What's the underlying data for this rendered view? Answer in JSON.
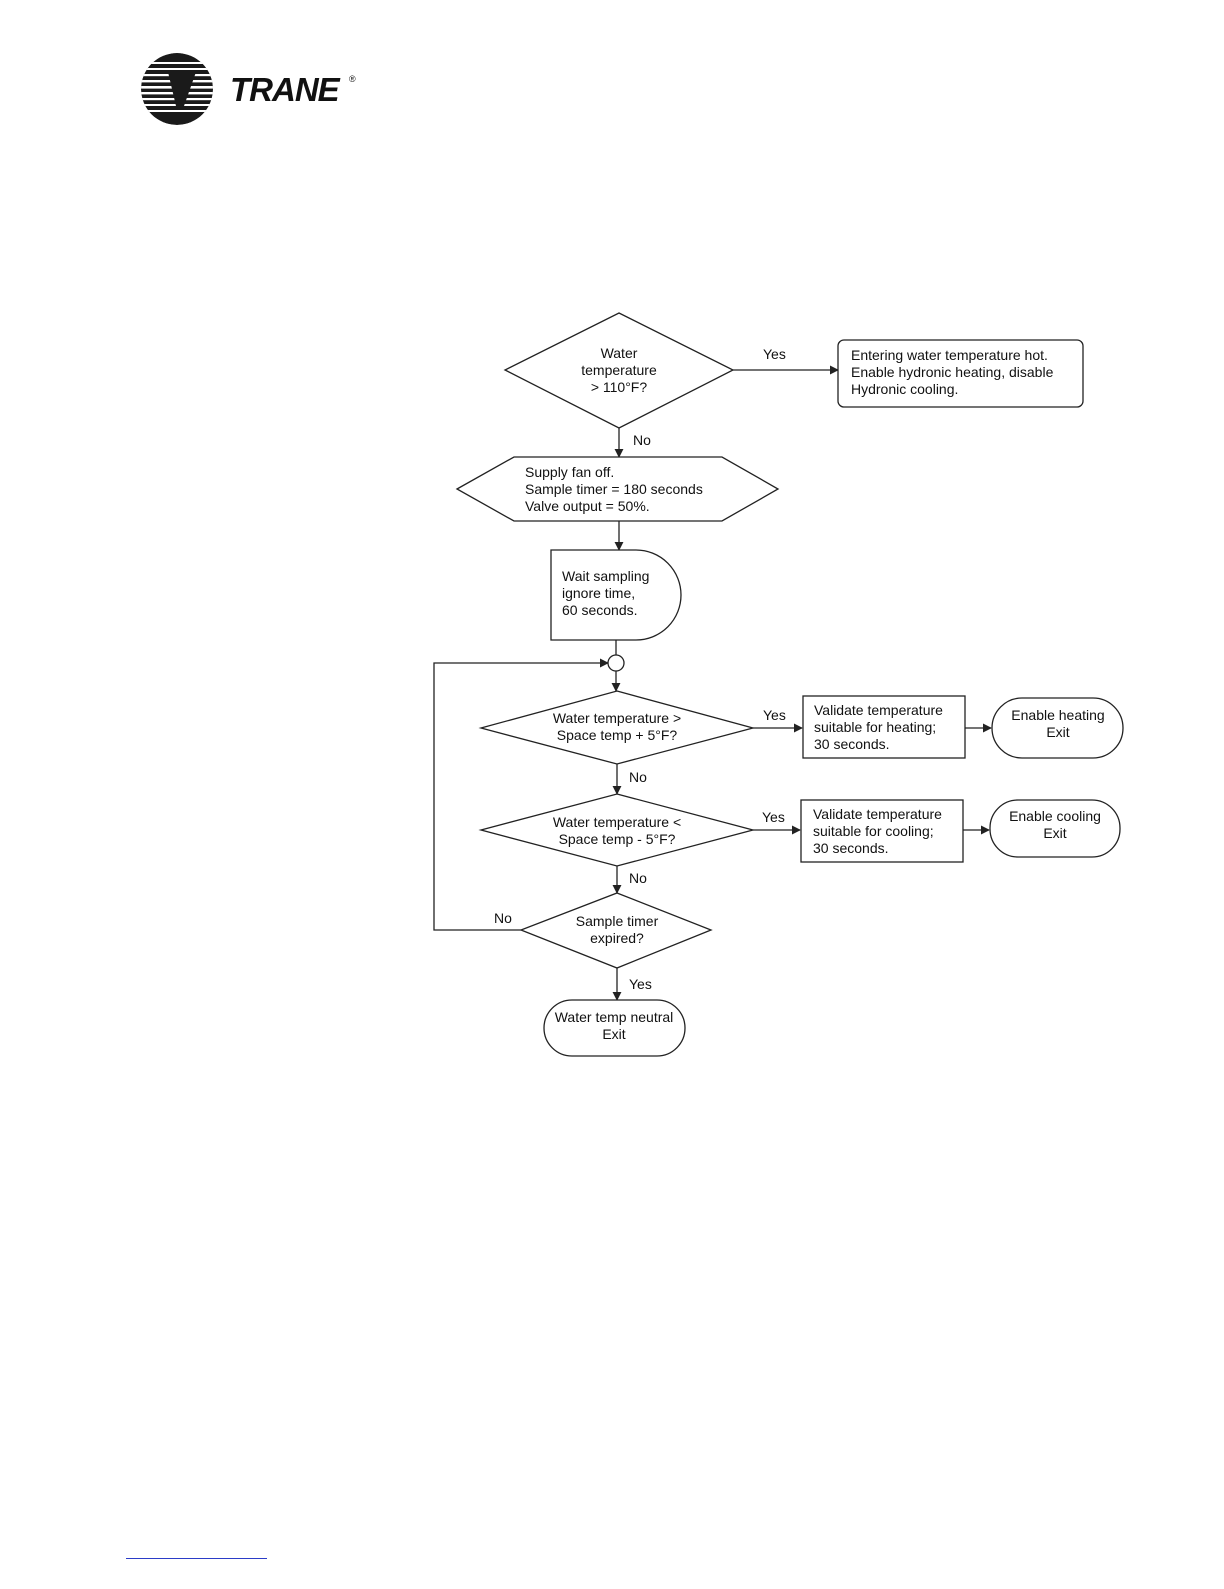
{
  "brand": {
    "name": "TRANE",
    "registered": "®"
  },
  "flowchart": {
    "d1": {
      "lines": [
        "Water",
        "temperature",
        "> 110°F?"
      ]
    },
    "d1_yes": "Yes",
    "d1_no": "No",
    "hot_box": {
      "lines": [
        "Entering water temperature hot.",
        "Enable hydronic heating, disable",
        "Hydronic cooling."
      ]
    },
    "prep": {
      "lines": [
        "Supply fan off.",
        "Sample timer = 180 seconds",
        "Valve output = 50%."
      ]
    },
    "delay": {
      "lines": [
        "Wait sampling",
        "ignore time,",
        "60 seconds."
      ]
    },
    "d2": {
      "lines": [
        "Water temperature >",
        "Space temp + 5°F?"
      ]
    },
    "d2_yes": "Yes",
    "d2_no": "No",
    "heat_validate": {
      "lines": [
        "Validate temperature",
        "suitable for heating;",
        "30 seconds."
      ]
    },
    "heat_exit": {
      "lines": [
        "Enable heating",
        "Exit"
      ]
    },
    "d3": {
      "lines": [
        "Water temperature <",
        "Space temp - 5°F?"
      ]
    },
    "d3_yes": "Yes",
    "d3_no": "No",
    "cool_validate": {
      "lines": [
        "Validate temperature",
        "suitable for cooling;",
        "30 seconds."
      ]
    },
    "cool_exit": {
      "lines": [
        "Enable cooling",
        "Exit"
      ]
    },
    "d4": {
      "lines": [
        "Sample timer",
        "expired?"
      ]
    },
    "d4_no": "No",
    "d4_yes": "Yes",
    "neutral_exit": {
      "lines": [
        "Water temp neutral",
        "Exit"
      ]
    }
  }
}
